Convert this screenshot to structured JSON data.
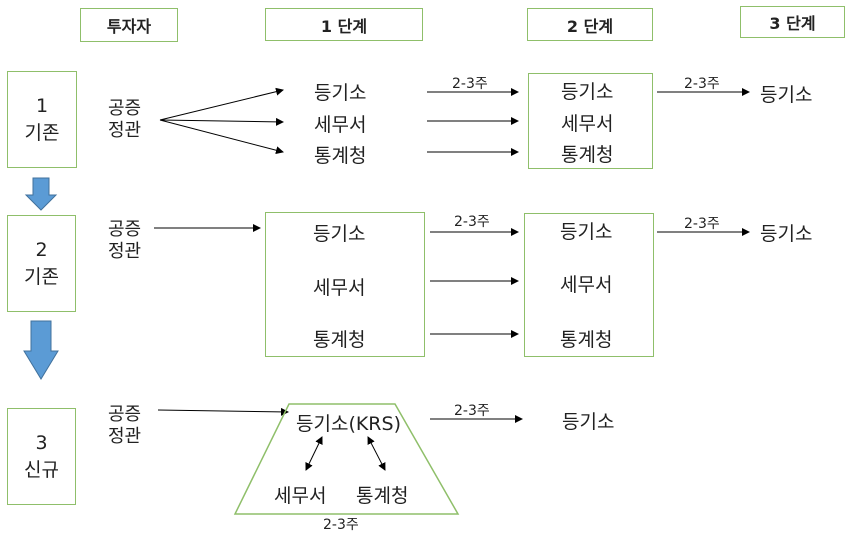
{
  "headers": {
    "investor": "투자자",
    "step1": "1 단계",
    "step2": "2 단계",
    "step3": "3 단계"
  },
  "rows": [
    {
      "num": "1",
      "label": "기존"
    },
    {
      "num": "2",
      "label": "기존"
    },
    {
      "num": "3",
      "label": "신규"
    }
  ],
  "notary": {
    "line1": "공증",
    "line2": "정관"
  },
  "agencies": {
    "registry": "등기소",
    "tax_office": "세무서",
    "statistics": "통계청",
    "registry_krs": "등기소(KRS)"
  },
  "duration": "2-3주",
  "colors": {
    "box_border": "#8fbf6a",
    "down_arrow": "#5b9bd5"
  }
}
